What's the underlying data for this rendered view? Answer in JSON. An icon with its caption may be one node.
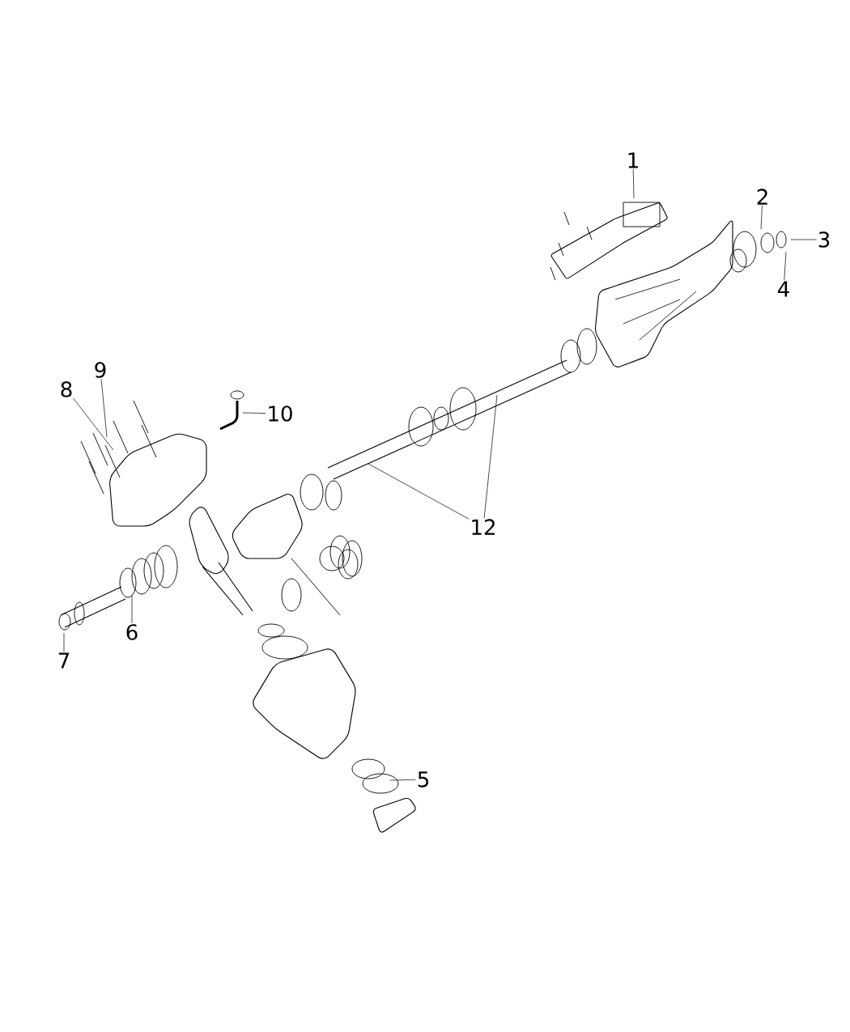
{
  "diagram": {
    "nodes": [
      {
        "text": [
          "1"
        ]
      },
      {
        "text": [
          "2"
        ]
      },
      {
        "text": [
          "3"
        ]
      },
      {
        "text": [
          "4"
        ]
      },
      {
        "text": [
          "5"
        ]
      },
      {
        "text": [
          "6"
        ]
      },
      {
        "text": [
          "7"
        ]
      },
      {
        "text": [
          "8"
        ]
      },
      {
        "text": [
          "9"
        ]
      },
      {
        "text": [
          "10"
        ]
      },
      {
        "text": [
          "12"
        ]
      }
    ],
    "edges": [
      {
        "from": 0,
        "to": null,
        "arrow": "none"
      },
      {
        "from": 1,
        "to": null,
        "arrow": "none"
      },
      {
        "from": 2,
        "to": null,
        "arrow": "none"
      },
      {
        "from": 3,
        "to": null,
        "arrow": "none"
      },
      {
        "from": 4,
        "to": null,
        "arrow": "none"
      },
      {
        "from": 5,
        "to": null,
        "arrow": "none"
      },
      {
        "from": 6,
        "to": null,
        "arrow": "none"
      },
      {
        "from": 7,
        "to": null,
        "arrow": "none"
      },
      {
        "from": 8,
        "to": null,
        "arrow": "none"
      },
      {
        "from": 9,
        "to": null,
        "arrow": "none"
      },
      {
        "from": 10,
        "to": null,
        "arrow": "none"
      },
      {
        "from": 10,
        "to": null,
        "arrow": "none"
      }
    ]
  }
}
